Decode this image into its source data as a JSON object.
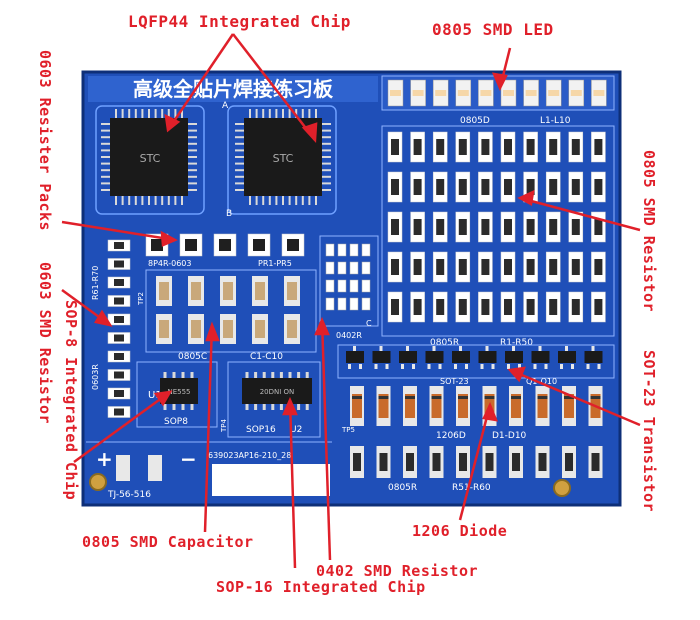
{
  "board": {
    "title": "高级全贴片焊接练习板",
    "serial": "639023AP16-210_28",
    "power_label": "TJ-56-516",
    "plus": "+",
    "minus": "−",
    "silkscreen": {
      "led": "0805D",
      "led_range": "L1-L10",
      "resistor_pack": "8P4R-0603",
      "resistor_pack_range": "PR1-PR5",
      "cap": "0805C",
      "cap_range": "C1-C10",
      "r0402": "0402R",
      "r0805": "0805R",
      "r0805_range": "R1-R50",
      "sot23": "SOT-23",
      "sot23_range": "Q1-Q10",
      "diode": "1206D",
      "diode_range": "D1-D10",
      "r_bottom": "0805R",
      "r_bottom_range": "R51-R60",
      "r_left": "R61-R70",
      "r_left_pkg": "0603R",
      "sop8": "SOP8",
      "sop16": "SOP16",
      "u1": "U1",
      "u2": "U2",
      "tp5": "TP5",
      "tp2": "TP2",
      "tp4": "TP4",
      "a": "A",
      "b": "B",
      "c": "C",
      "chip1_mark": "STC",
      "chip2_mark": "STC",
      "sop16_mark": "20DNI ON",
      "sop8_mark": "NE555"
    }
  },
  "callouts": {
    "lqfp44": "LQFP44 Integrated Chip",
    "led0805": "0805 SMD LED",
    "rpack0603": "0603 Resister Packs",
    "r0603": "0603 SMD Resistor",
    "sop8": "SOP-8 Integrated Chip",
    "r0805": "0805 SMD Resistor",
    "sot23": "SOT-23 Transistor",
    "cap0805": "0805 SMD Capacitor",
    "diode1206": "1206 Diode",
    "r0402": "0402 SMD Resistor",
    "sop16": "SOP-16 Integrated Chip"
  },
  "colors": {
    "pcb": "#1f4fb8",
    "pcb_dark": "#143a8f",
    "pad": "#e8e8e8",
    "chip": "#1a1a1a",
    "callout": "#e0202a",
    "led_body": "#f2f2f2"
  }
}
